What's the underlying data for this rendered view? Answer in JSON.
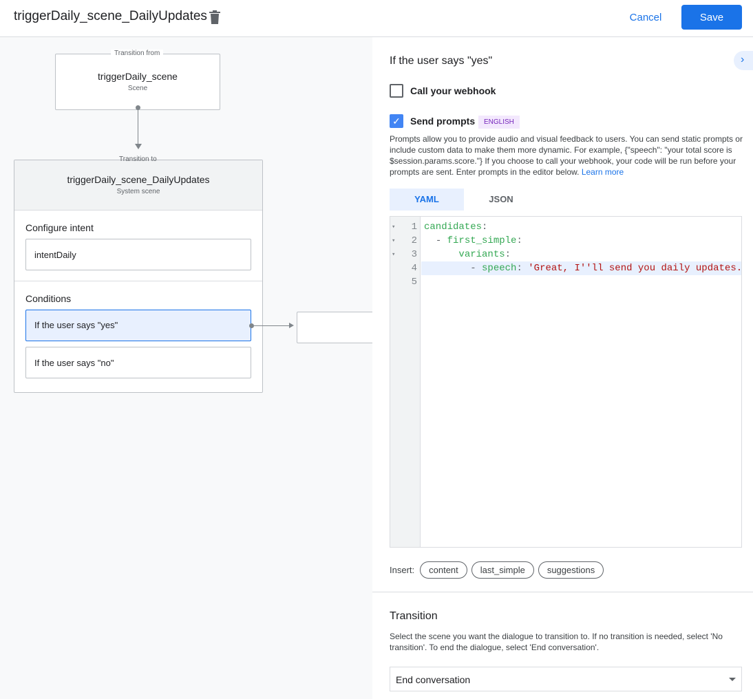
{
  "header": {
    "title": "triggerDaily_scene_DailyUpdates",
    "cancel": "Cancel",
    "save": "Save"
  },
  "canvas": {
    "from": {
      "label": "Transition from",
      "name": "triggerDaily_scene",
      "type": "Scene"
    },
    "to": {
      "label": "Transition to",
      "name": "triggerDaily_scene_DailyUpdates",
      "type": "System scene"
    },
    "intent_heading": "Configure intent",
    "intent": "intentDaily",
    "conditions_heading": "Conditions",
    "conditions": [
      "If the user says \"yes\"",
      "If the user says \"no\""
    ]
  },
  "panel": {
    "title": "If the user says \"yes\"",
    "webhook": {
      "label": "Call your webhook",
      "checked": false
    },
    "prompts": {
      "label": "Send prompts",
      "checked": true,
      "badge": "ENGLISH"
    },
    "description": "Prompts allow you to provide audio and visual feedback to users. You can send static prompts or include custom data to make them more dynamic. For example, {\"speech\": \"your total score is $session.params.score.\"} If you choose to call your webhook, your code will be run before your prompts are sent. Enter prompts in the editor below.",
    "learn_more": "Learn more",
    "tabs": [
      "YAML",
      "JSON"
    ],
    "active_tab": "YAML",
    "code": [
      {
        "n": "1",
        "indent": "",
        "dash": "",
        "key": "candidates",
        "colon": ":",
        "val": ""
      },
      {
        "n": "2",
        "indent": "  ",
        "dash": "- ",
        "key": "first_simple",
        "colon": ":",
        "val": ""
      },
      {
        "n": "3",
        "indent": "      ",
        "dash": "",
        "key": "variants",
        "colon": ":",
        "val": ""
      },
      {
        "n": "4",
        "indent": "        ",
        "dash": "- ",
        "key": "speech",
        "colon": ": ",
        "val": "'Great, I''ll send you daily updates."
      },
      {
        "n": "5",
        "indent": "",
        "dash": "",
        "key": "",
        "colon": "",
        "val": ""
      }
    ],
    "insert_label": "Insert:",
    "insert_chips": [
      "content",
      "last_simple",
      "suggestions"
    ],
    "transition": {
      "heading": "Transition",
      "description": "Select the scene you want the dialogue to transition to. If no transition is needed, select 'No transition'. To end the dialogue, select 'End conversation'.",
      "selected": "End conversation"
    }
  }
}
